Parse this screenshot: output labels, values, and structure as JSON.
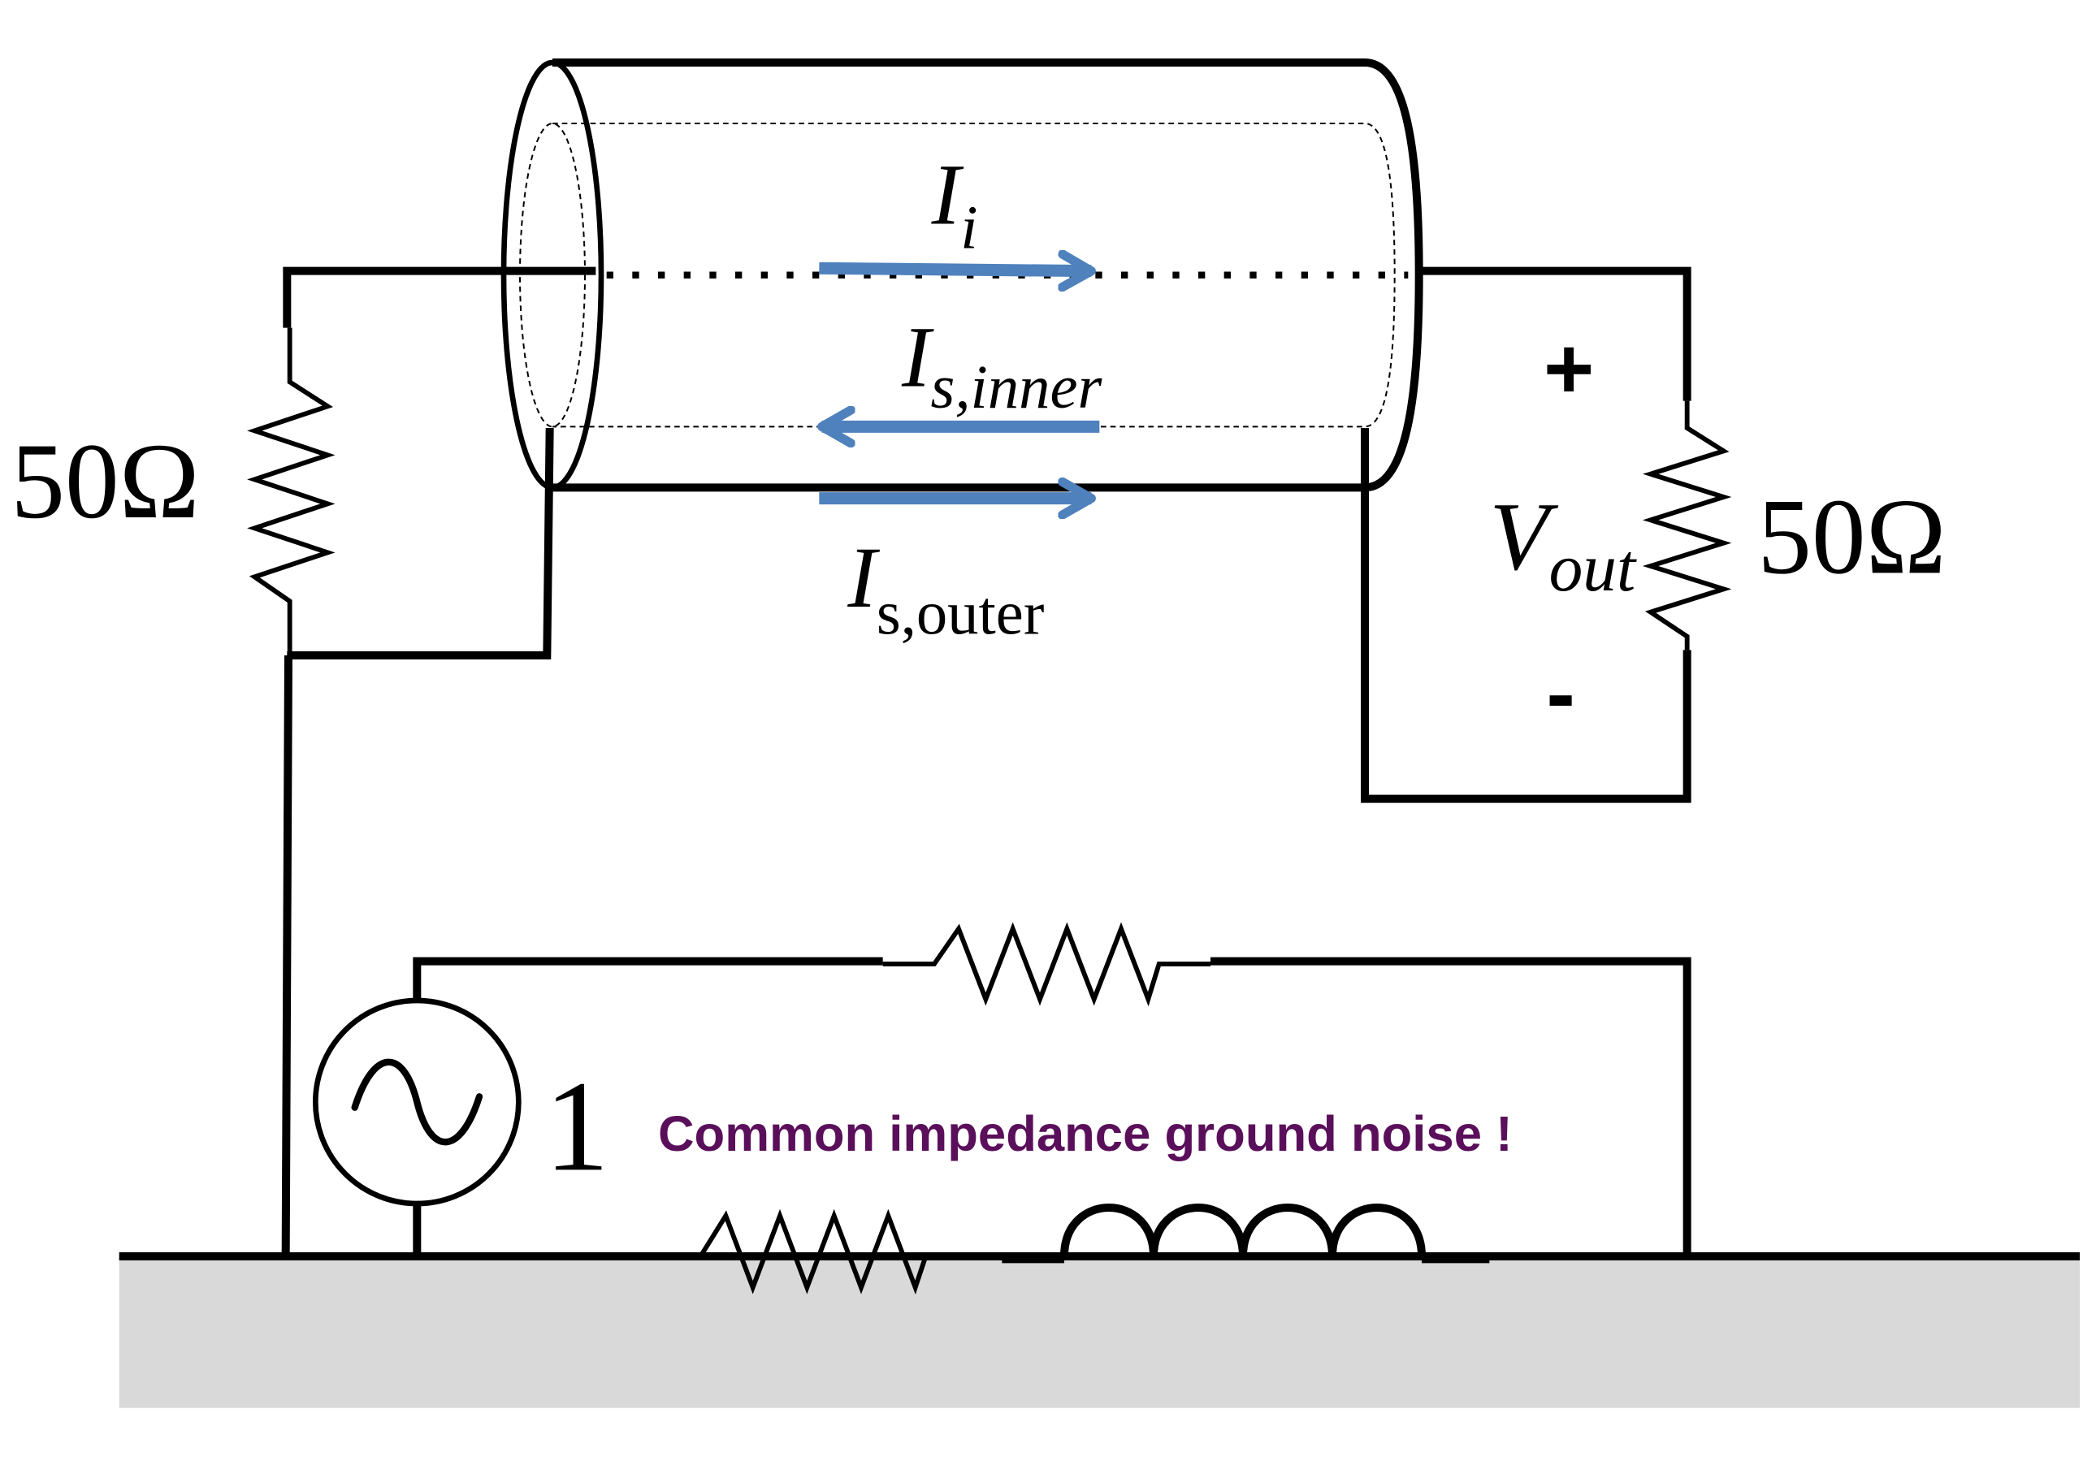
{
  "labels": {
    "r_left": "50Ω",
    "r_right": "50Ω",
    "current_inner_main": "I",
    "current_inner_sub": "i",
    "current_shield_inner_main": "I",
    "current_shield_inner_sub": "s,inner",
    "current_shield_outer_main": "I",
    "current_shield_outer_sub": "s,outer",
    "vout_main": "V",
    "vout_sub": "out",
    "vout_plus": "+",
    "vout_minus": "-",
    "source_value": "1",
    "caption": "Common impedance ground noise !"
  },
  "colors": {
    "arrow": "#4f81bd",
    "caption": "#5a0f5a",
    "ground_fill": "#d9d9d9",
    "wire": "#000000"
  }
}
